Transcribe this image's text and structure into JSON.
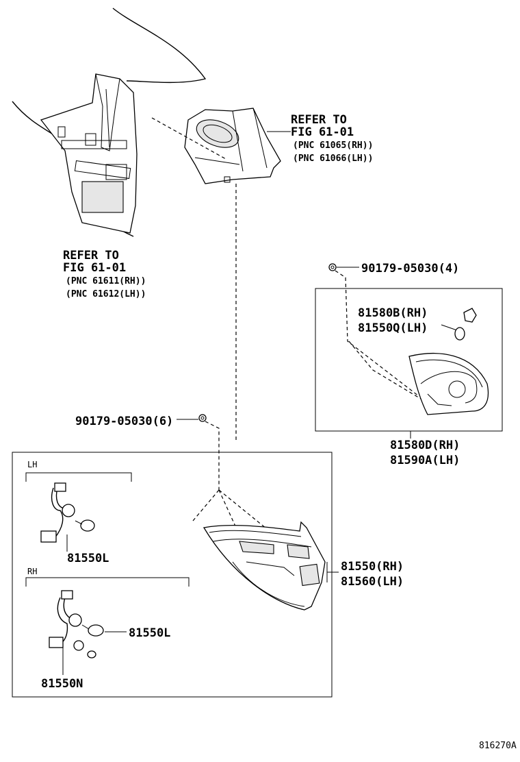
{
  "refer_top": {
    "line1": "REFER TO",
    "line2": "FIG 61-01",
    "line3": "(PNC 61065(RH))",
    "line4": "(PNC 61066(LH))"
  },
  "refer_left": {
    "line1": "REFER TO",
    "line2": "FIG 61-01",
    "line3": "(PNC 61611(RH))",
    "line4": "(PNC 61612(LH))"
  },
  "parts": {
    "screw_inner": "90179-05030(4)",
    "socket_inner_rh": "81580B(RH)",
    "socket_inner_lh": "81550Q(LH)",
    "inner_lamp_rh": "81580D(RH)",
    "inner_lamp_lh": "81590A(LH)",
    "screw_outer": "90179-05030(6)",
    "outer_lamp_rh": "81550(RH)",
    "outer_lamp_lh": "81560(LH)",
    "lh_bulb": "81550L",
    "rh_bulb": "81550L",
    "rh_wire": "81550N"
  },
  "groups": {
    "lh": "LH",
    "rh": "RH"
  },
  "figure_id": "816270A"
}
